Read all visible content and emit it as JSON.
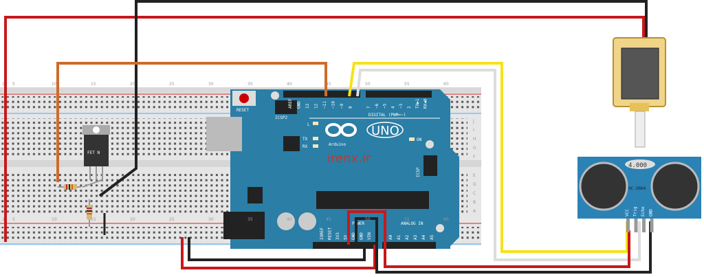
{
  "watermark": "irenx.ir",
  "colors": {
    "board": "#2b7ea5",
    "breadboard": "#e6e6e6",
    "wire_red": "#c8181b",
    "wire_black": "#222222",
    "wire_orange": "#d06a2a",
    "wire_yellow": "#f5e21a",
    "wire_white": "#dddddd"
  },
  "arduino": {
    "reset_label": "RESET",
    "icsp2_label": "ICSP2",
    "icsp_label": "ICSP",
    "digital_pins": [
      "AREF",
      "GND",
      "13",
      "12",
      "~11",
      "~10",
      "~9",
      "8",
      "7",
      "~6",
      "~5",
      "4",
      "~3",
      "2",
      "TX▶1",
      "RX◀0"
    ],
    "digital_label": "DIGITAL (PWM=~)",
    "led_l": "L",
    "led_tx": "TX",
    "led_rx": "RX",
    "led_on": "ON",
    "brand": "Arduino",
    "model": "UNO",
    "power_pins": [
      "IOREF",
      "RESET",
      "3V3",
      "5V",
      "GND",
      "GND",
      "VIN"
    ],
    "power_label": "POWER",
    "analog_pins": [
      "A0",
      "A1",
      "A2",
      "A3",
      "A4",
      "A5"
    ],
    "analog_label": "ANALOG IN"
  },
  "sensor": {
    "display": "4.000",
    "model": "HC-SR04",
    "pins": [
      "VCC",
      "Trig",
      "Echo",
      "GND"
    ]
  },
  "mosfet": {
    "label": "FET N"
  },
  "breadboard": {
    "column_numbers": [
      "1",
      "5",
      "10",
      "15",
      "20",
      "25",
      "30",
      "35",
      "40",
      "45",
      "50",
      "55",
      "60"
    ],
    "row_letters": [
      "J",
      "I",
      "H",
      "G",
      "F",
      "E",
      "D",
      "C",
      "B",
      "A"
    ]
  }
}
